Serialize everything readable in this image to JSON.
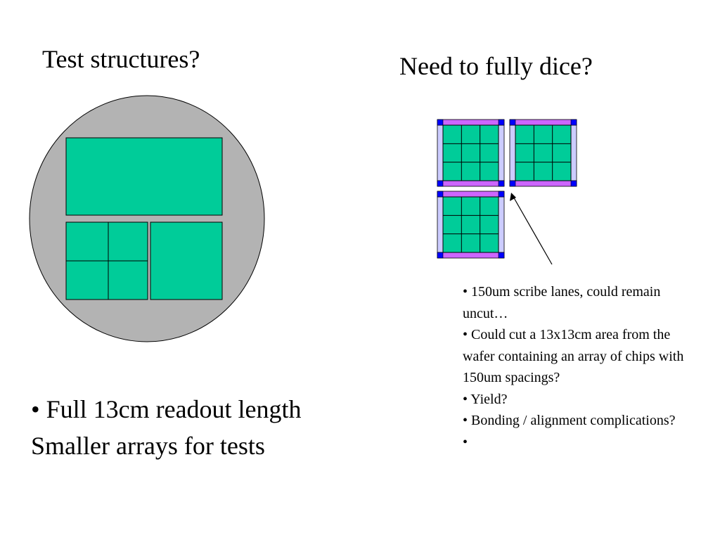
{
  "colors": {
    "background": "#ffffff",
    "wafer": "#b3b3b3",
    "chip": "#00cc99",
    "scribe_horizontal": "#cc66ff",
    "scribe_vertical": "#ccccff",
    "corner": "#0000ff",
    "outline": "#000000"
  },
  "headings": {
    "left": "Test structures?",
    "right": "Need to fully dice?"
  },
  "left_notes": [
    "• Full 13cm readout length",
    "Smaller arrays for tests"
  ],
  "right_notes": [
    "• 150um scribe lanes, could remain uncut…",
    "• Could cut a 13x13cm area from the wafer containing an array of chips with 150um spacings?",
    "• Yield?",
    "• Bonding / alignment complications?",
    "•"
  ],
  "die_grid": {
    "rows": 3,
    "cols": 3
  }
}
